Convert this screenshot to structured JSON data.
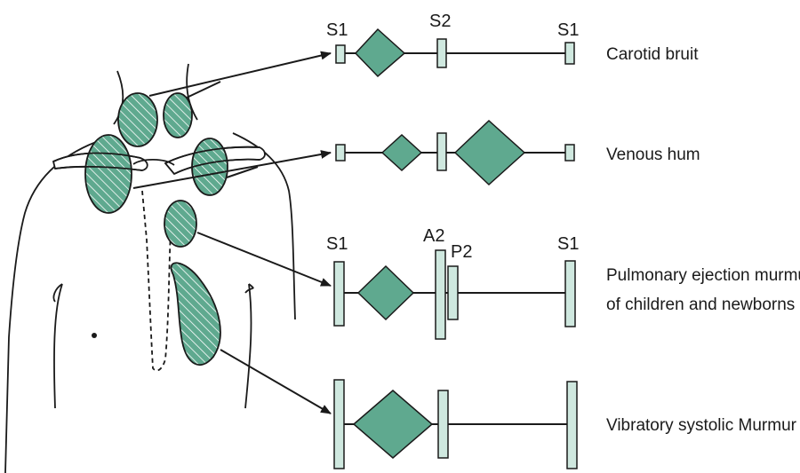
{
  "rows": [
    {
      "label_lines": [
        "Carotid bruit"
      ],
      "markers": [
        "S1",
        "S2",
        "S1"
      ]
    },
    {
      "label_lines": [
        "Venous hum"
      ],
      "markers": []
    },
    {
      "label_lines": [
        "Pulmonary ejection murmur",
        "of children and newborns"
      ],
      "markers": [
        "S1",
        "A2",
        "P2",
        "S1"
      ]
    },
    {
      "label_lines": [
        "Vibratory systolic Murmur"
      ],
      "markers": []
    }
  ],
  "colors": {
    "murmur_fill": "#5fa98f",
    "sound_bar_fill": "#cfe8df",
    "stroke": "#1a1a1a"
  },
  "icons": [
    "anatomical-torso-figure",
    "arrow-right"
  ]
}
